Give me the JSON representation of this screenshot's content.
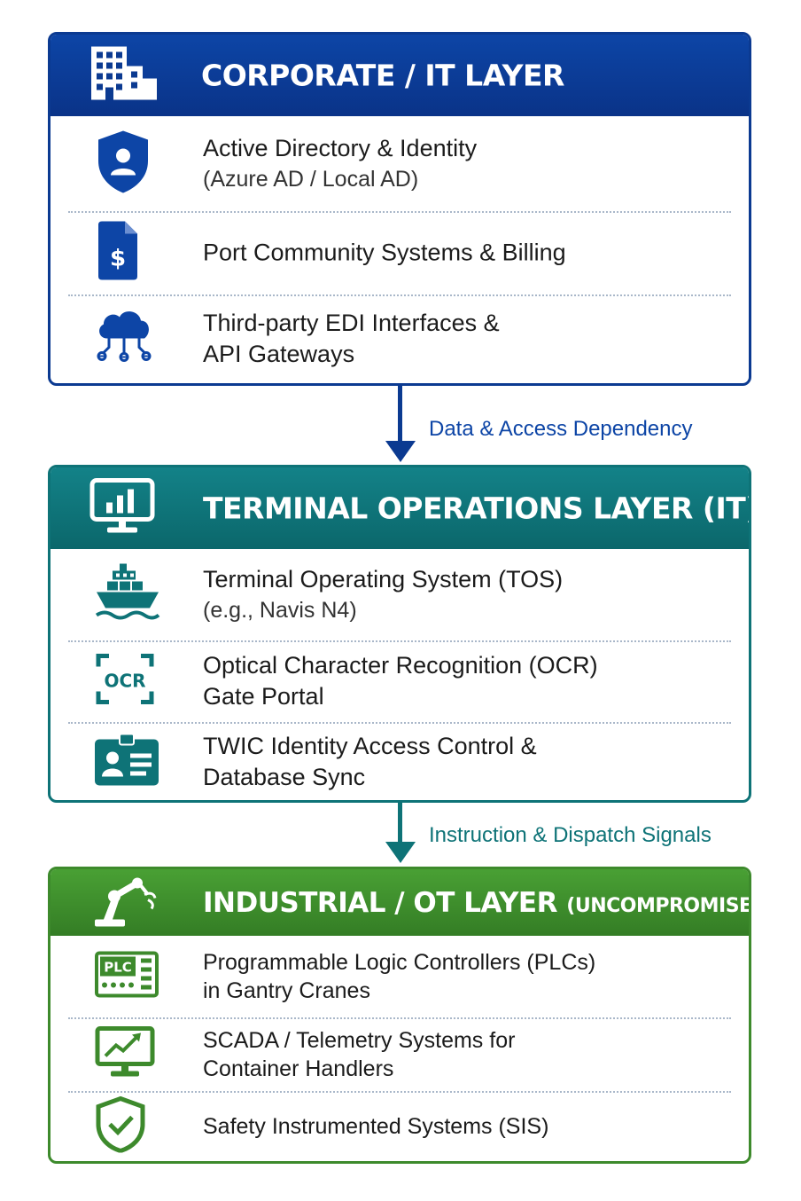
{
  "colors": {
    "corporate": "#0b3a91",
    "terminal": "#0e7377",
    "industrial": "#3d8a2c"
  },
  "layers": [
    {
      "title": "CORPORATE / IT LAYER",
      "icon": "office-building-icon",
      "items": [
        {
          "icon": "shield-user-icon",
          "lines": [
            "Active Directory & Identity"
          ],
          "sub": "(Azure AD / Local AD)"
        },
        {
          "icon": "billing-document-icon",
          "lines": [
            "Port Community Systems & Billing"
          ]
        },
        {
          "icon": "cloud-network-icon",
          "lines": [
            "Third-party EDI Interfaces &",
            "API Gateways"
          ]
        }
      ]
    },
    {
      "title": "TERMINAL OPERATIONS LAYER (IT)",
      "icon": "monitor-chart-icon",
      "items": [
        {
          "icon": "container-ship-icon",
          "lines": [
            "Terminal Operating System (TOS)"
          ],
          "sub": "(e.g., Navis N4)"
        },
        {
          "icon": "ocr-scan-icon",
          "icon_text": "OCR",
          "lines": [
            "Optical Character Recognition (OCR)",
            "Gate Portal"
          ]
        },
        {
          "icon": "id-badge-icon",
          "lines": [
            "TWIC Identity Access Control &",
            "Database Sync"
          ]
        }
      ]
    },
    {
      "title": "INDUSTRIAL / OT LAYER",
      "title_suffix": "(UNCOMPROMISED)",
      "icon": "robot-arm-icon",
      "items": [
        {
          "icon": "plc-controller-icon",
          "icon_text": "PLC",
          "lines": [
            "Programmable Logic Controllers (PLCs)",
            "in Gantry Cranes"
          ]
        },
        {
          "icon": "monitor-trend-icon",
          "lines": [
            "SCADA / Telemetry Systems for",
            "Container Handlers"
          ]
        },
        {
          "icon": "shield-check-icon",
          "lines": [
            "Safety Instrumented Systems (SIS)"
          ]
        }
      ]
    }
  ],
  "connectors": [
    {
      "label": "Data & Access Dependency"
    },
    {
      "label": "Instruction & Dispatch Signals"
    }
  ]
}
